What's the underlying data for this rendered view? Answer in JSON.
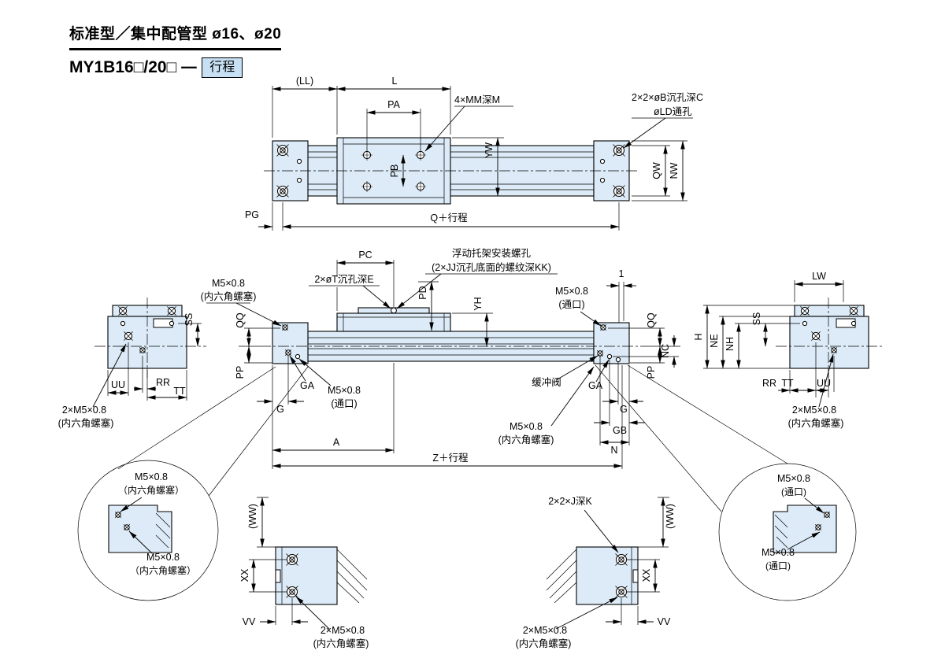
{
  "header": {
    "title": "标准型／集中配管型 ø16、ø20",
    "model": "MY1B16□/20□",
    "dash": "ー",
    "stroke_label": "行程"
  },
  "top_view": {
    "dim_ll": "(LL)",
    "dim_l": "L",
    "dim_pa": "PA",
    "label_mm": "4×MM深M",
    "dim_yw": "YW",
    "dim_pb": "PB",
    "dim_qw": "QW",
    "dim_nw": "NW",
    "label_cbore_1": "2×2×øB沉孔深C",
    "label_cbore_2": "øLD通孔",
    "dim_pg": "PG",
    "dim_q": "Q＋行程"
  },
  "front_view": {
    "dim_pc": "PC",
    "label_bracket_1": "浮动托架安装螺孔",
    "label_bracket_2": "(2×JJ沉孔底面的螺纹深KK)",
    "label_tbore": "2×øT沉孔深E",
    "dim_pd": "PD",
    "dim_yh": "YH",
    "label_port_tr_1": "M5×0.8",
    "label_port_tr_2": "(通口)",
    "dim_one": "1",
    "label_plug_tl_1": "M5×0.8",
    "label_plug_tl_2": "(内六角螺塞)",
    "dim_qq_left": "QQ",
    "dim_pp_left": "PP",
    "label_ga_left": "GA",
    "label_port_bl_1": "M5×0.8",
    "label_port_bl_2": "(通口)",
    "dim_g_left": "G",
    "dim_a": "A",
    "dim_z": "Z＋行程",
    "label_cushion": "缓冲阀",
    "label_ga_right": "GA",
    "label_plug_br_1": "M5×0.8",
    "label_plug_br_2": "(内六角螺塞)",
    "dim_qq_right": "QQ",
    "dim_nc": "NC",
    "dim_pp_right": "PP",
    "dim_g_right": "G",
    "dim_gb": "GB",
    "dim_n": "N"
  },
  "left_end_view": {
    "dim_ss": "SS",
    "dim_rr": "RR",
    "dim_tt": "TT",
    "dim_uu": "UU",
    "label_plug_1": "2×M5×0.8",
    "label_plug_2": "(内六角螺塞)"
  },
  "right_end_view": {
    "dim_lw": "LW",
    "dim_h": "H",
    "dim_ne": "NE",
    "dim_nh": "NH",
    "dim_ss": "SS",
    "dim_rr": "RR",
    "dim_tt": "TT",
    "dim_uu": "UU",
    "label_plug_1": "2×M5×0.8",
    "label_plug_2": "(内六角螺塞)"
  },
  "left_detail": {
    "label_top_1": "M5×0.8",
    "label_top_2": "（内六角螺塞）",
    "label_bottom_1": "M5×0.8",
    "label_bottom_2": "（内六角螺塞）"
  },
  "right_detail": {
    "label_top_1": "M5×0.8",
    "label_top_2": "(通口)",
    "label_bottom_1": "M5×0.8",
    "label_bottom_2": "(通口)"
  },
  "bottom_left_view": {
    "dim_ww": "(WW)",
    "dim_xx": "XX",
    "dim_vv": "VV",
    "label_plug_1": "2×M5×0.8",
    "label_plug_2": "(内六角螺塞)"
  },
  "bottom_right_view": {
    "label_j": "2×2×J深K",
    "dim_ww": "(WW)",
    "dim_xx": "XX",
    "dim_vv": "VV",
    "label_plug_1": "2×M5×0.8",
    "label_plug_2": "(内六角螺塞)"
  },
  "colors": {
    "body_fill": "#dcebf7",
    "line": "#000000",
    "stroke_box_fill": "#c7e0f4"
  }
}
